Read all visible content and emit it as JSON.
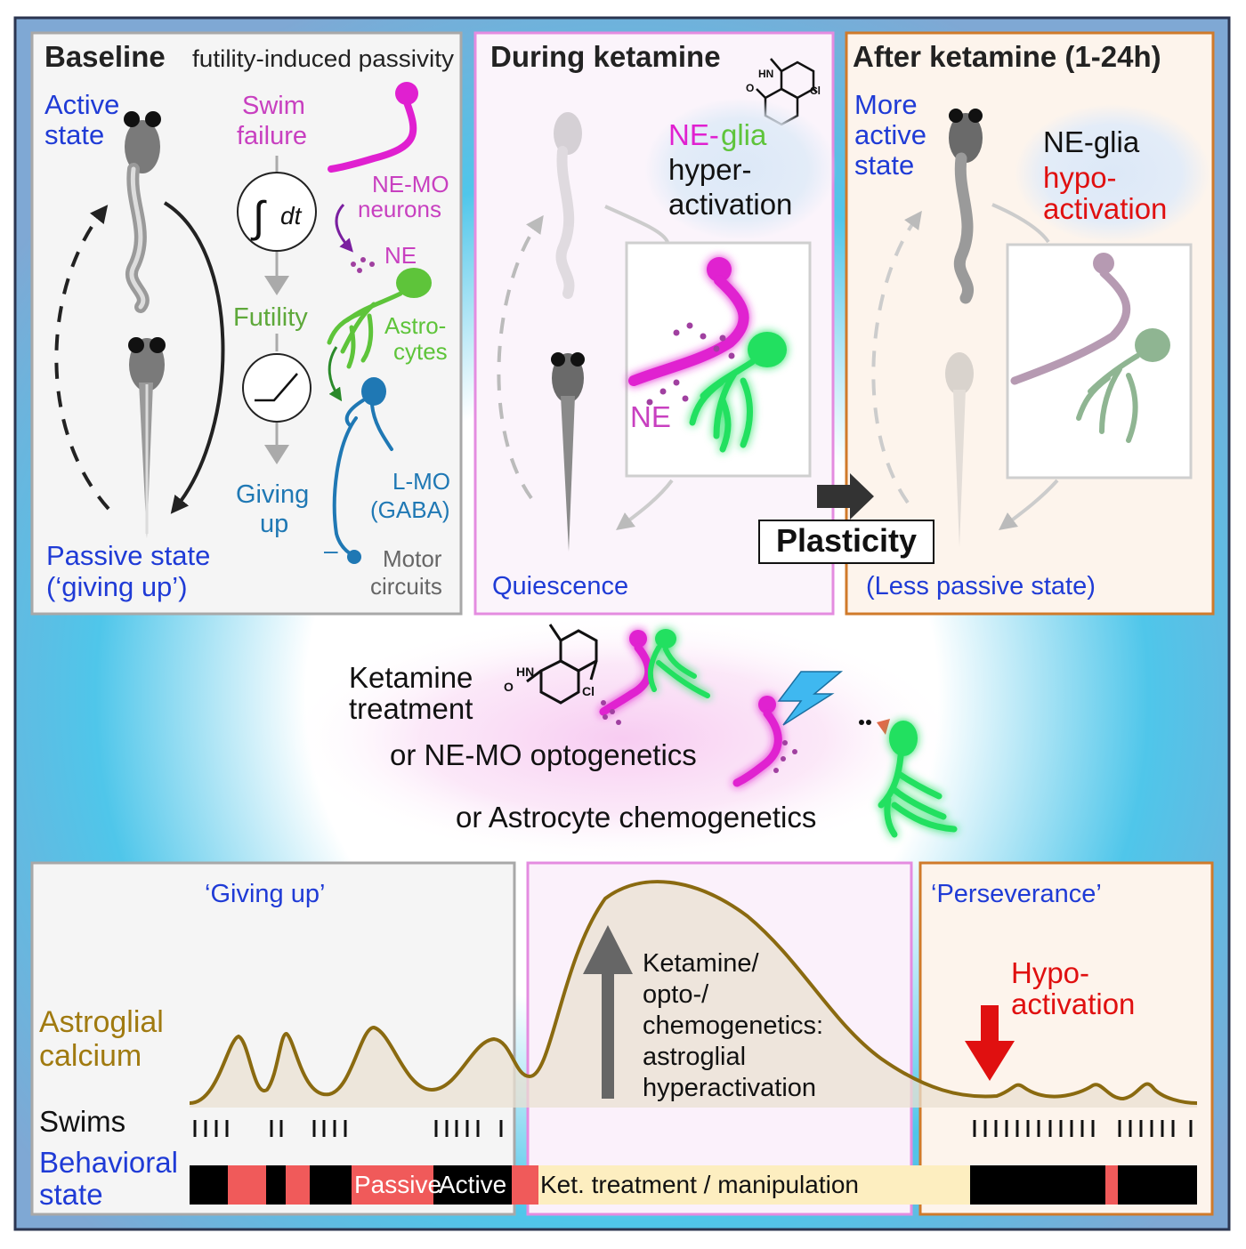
{
  "colors": {
    "blue_label": "#1f3bd6",
    "magenta": "#e020d0",
    "green": "#5ec43a",
    "steel_blue": "#1f78b4",
    "red": "#e01010",
    "gold": "#8a6a10",
    "orange_frame": "#d07a2a",
    "pink_frame": "#e48ce0"
  },
  "baseline": {
    "title_bold": "Baseline",
    "title_rest": "futility-induced passivity",
    "active_line1": "Active",
    "active_line2": "state",
    "passive_line1": "Passive state",
    "passive_line2": "(‘giving up’)",
    "swim_line1": "Swim",
    "swim_line2": "failure",
    "integrator_label": "dt",
    "futility": "Futility",
    "giving_line1": "Giving",
    "giving_line2": "up",
    "nemo_line1": "NE-MO",
    "nemo_line2": "neurons",
    "ne": "NE",
    "astro_line1": "Astro-",
    "astro_line2": "cytes",
    "lmo_line1": "L-MO",
    "lmo_line2": "(GABA)",
    "motor_line1": "Motor",
    "motor_line2": "circuits",
    "minus": "–"
  },
  "during": {
    "title": "During ketamine",
    "ne_part": "NE-",
    "glia_part": "glia",
    "hyper_line2": "hyper-",
    "hyper_line3": "activation",
    "ne_label": "NE",
    "quiescence": "Quiescence"
  },
  "after": {
    "title": "After ketamine (1-24h)",
    "more_line1": "More",
    "more_line2": "active",
    "more_line3": "state",
    "neglia": "NE-glia",
    "hypo_line1": "hypo-",
    "hypo_line2": "activation",
    "less_passive": "(Less passive state)"
  },
  "plasticity": "Plasticity",
  "molecule": {
    "hn": "HN",
    "o": "O",
    "cl": "Cl"
  },
  "middle": {
    "ketamine_line1": "Ketamine",
    "ketamine_line2": "treatment",
    "opto": "or NE-MO optogenetics",
    "chemo": "or Astrocyte chemogenetics"
  },
  "bottom": {
    "giving_up": "‘Giving up’",
    "perseverance": "‘Perseverance’",
    "astroglial_line1": "Astroglial",
    "astroglial_line2": "calcium",
    "swims": "Swims",
    "behavioral_line1": "Behavioral",
    "behavioral_line2": "state",
    "ketamine_text": [
      "Ketamine/",
      "opto-/",
      "chemogenetics:",
      "astroglial",
      "hyperactivation"
    ],
    "hypo_line1": "Hypo-",
    "hypo_line2": "activation",
    "passive_label": "Passive",
    "active_label": "Active",
    "treatment_label": "Ket. treatment / manipulation"
  }
}
